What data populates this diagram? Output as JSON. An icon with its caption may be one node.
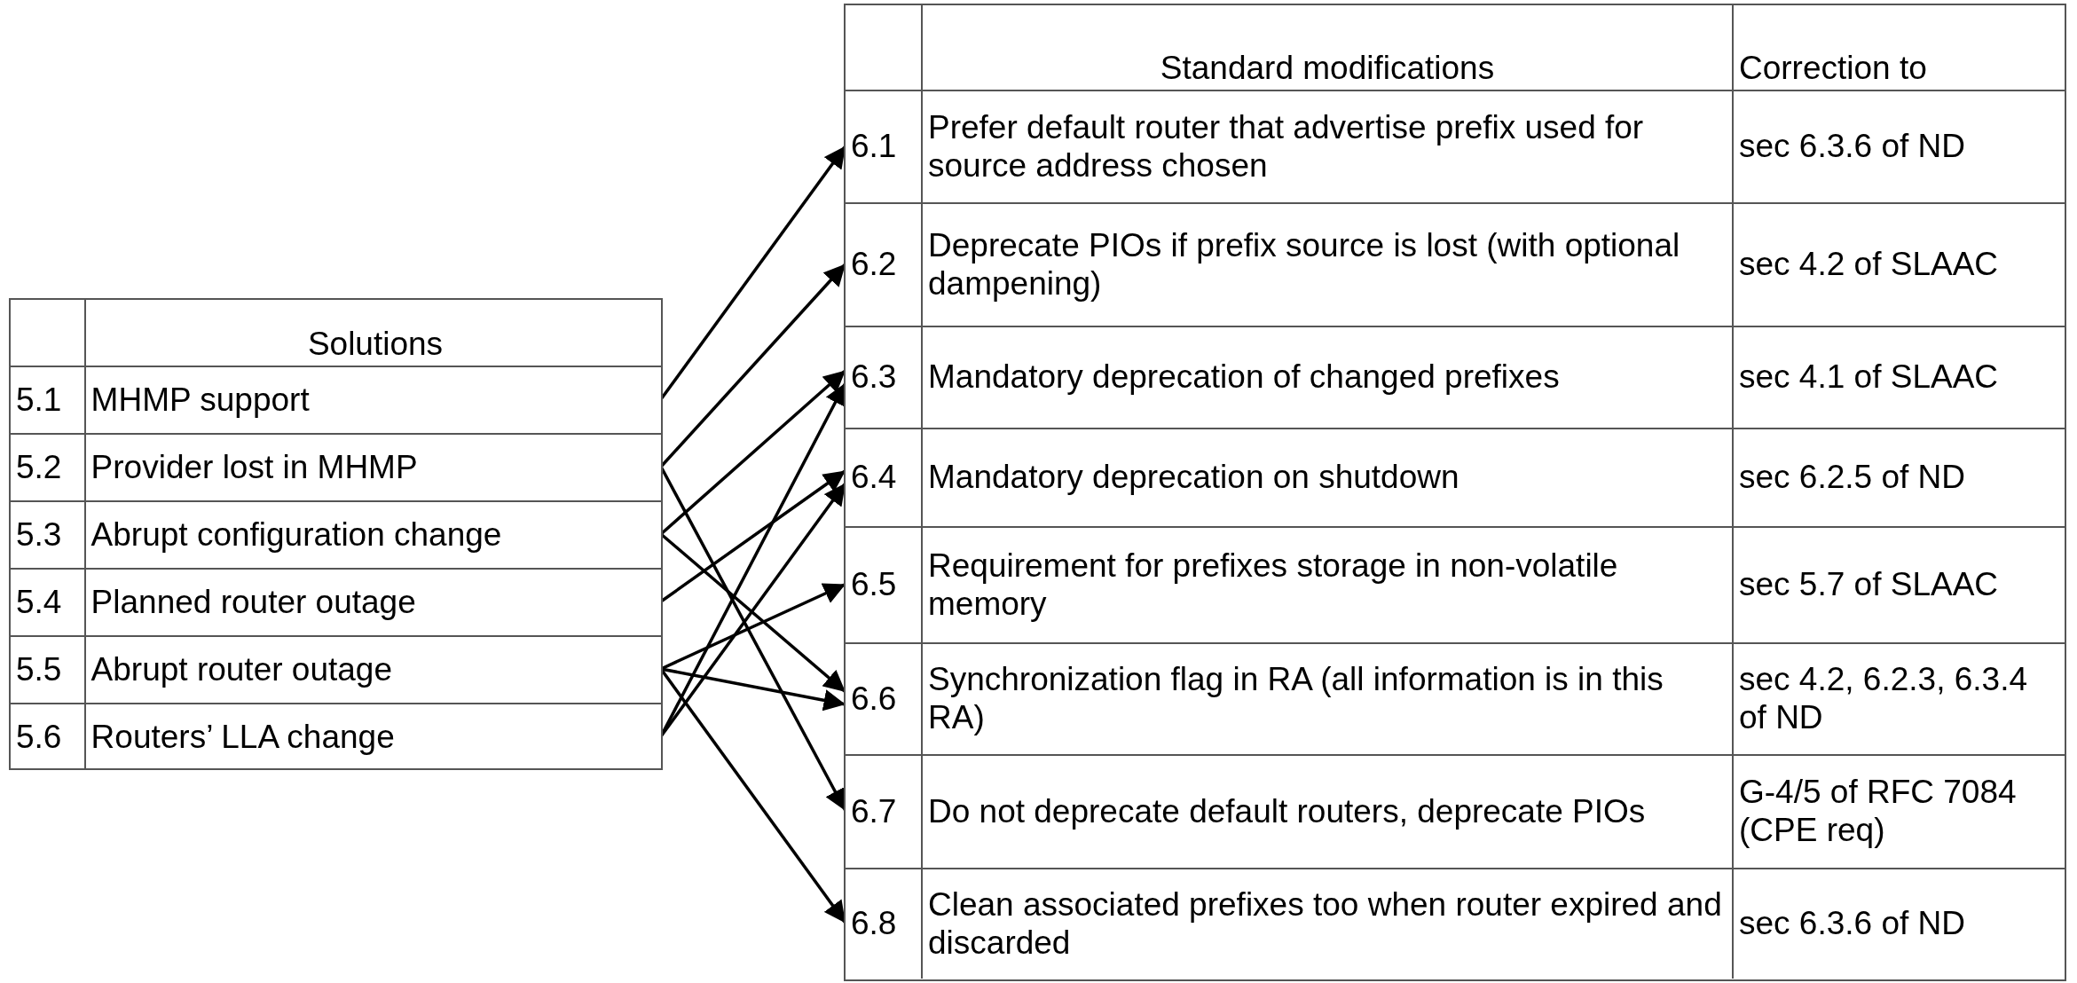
{
  "diagram": {
    "nodes": [
      {
        "text": [
          "Solutions"
        ]
      },
      {
        "text": [
          "5.1",
          "MHMP support"
        ],
        "in": 0
      },
      {
        "text": [
          "5.2",
          "Provider lost in MHMP"
        ],
        "in": 0
      },
      {
        "text": [
          "5.3",
          "Abrupt configuration change"
        ],
        "in": 0
      },
      {
        "text": [
          "5.4",
          "Planned router outage"
        ],
        "in": 0
      },
      {
        "text": [
          "5.5",
          "Abrupt router outage"
        ],
        "in": 0
      },
      {
        "text": [
          "5.6",
          "Routers’ LLA change"
        ],
        "in": 0
      },
      {
        "text": [
          "Standard modifications",
          "Correction to"
        ]
      },
      {
        "text": [
          "6.1",
          "Prefer default router that advertise prefix used for source address chosen",
          "sec 6.3.6 of ND"
        ],
        "in": 7
      },
      {
        "text": [
          "6.2",
          "Deprecate PIOs if prefix source is lost (with optional dampening)",
          "sec 4.2 of SLAAC"
        ],
        "in": 7
      },
      {
        "text": [
          "6.3",
          "Mandatory deprecation of changed prefixes",
          "sec 4.1 of SLAAC"
        ],
        "in": 7
      },
      {
        "text": [
          "6.4",
          "Mandatory deprecation on shutdown",
          "sec 6.2.5 of ND"
        ],
        "in": 7
      },
      {
        "text": [
          "6.5",
          "Requirement for prefixes storage in non-volatile memory",
          "sec 5.7 of SLAAC"
        ],
        "in": 7
      },
      {
        "text": [
          "6.6",
          "Synchronization flag in RA (all information is in this RA)",
          "sec 4.2, 6.2.3, 6.3.4 of ND"
        ],
        "in": 7
      },
      {
        "text": [
          "6.7",
          "Do not deprecate default routers, deprecate PIOs",
          "G-4/5 of RFC 7084 (CPE req)"
        ],
        "in": 7
      },
      {
        "text": [
          "6.8",
          "Clean associated prefixes too when router expired and discarded",
          "sec 6.3.6 of ND"
        ],
        "in": 7
      }
    ],
    "edges": [
      {
        "from": 1,
        "to": 8,
        "arrow": "to"
      },
      {
        "from": 2,
        "to": 9,
        "arrow": "to"
      },
      {
        "from": 2,
        "to": 14,
        "arrow": "to"
      },
      {
        "from": 3,
        "to": 10,
        "arrow": "to"
      },
      {
        "from": 3,
        "to": 13,
        "arrow": "to"
      },
      {
        "from": 4,
        "to": 11,
        "arrow": "to"
      },
      {
        "from": 5,
        "to": 12,
        "arrow": "to"
      },
      {
        "from": 5,
        "to": 13,
        "arrow": "to"
      },
      {
        "from": 5,
        "to": 15,
        "arrow": "to"
      },
      {
        "from": 6,
        "to": 10,
        "arrow": "to"
      },
      {
        "from": 6,
        "to": 11,
        "arrow": "to"
      }
    ]
  }
}
